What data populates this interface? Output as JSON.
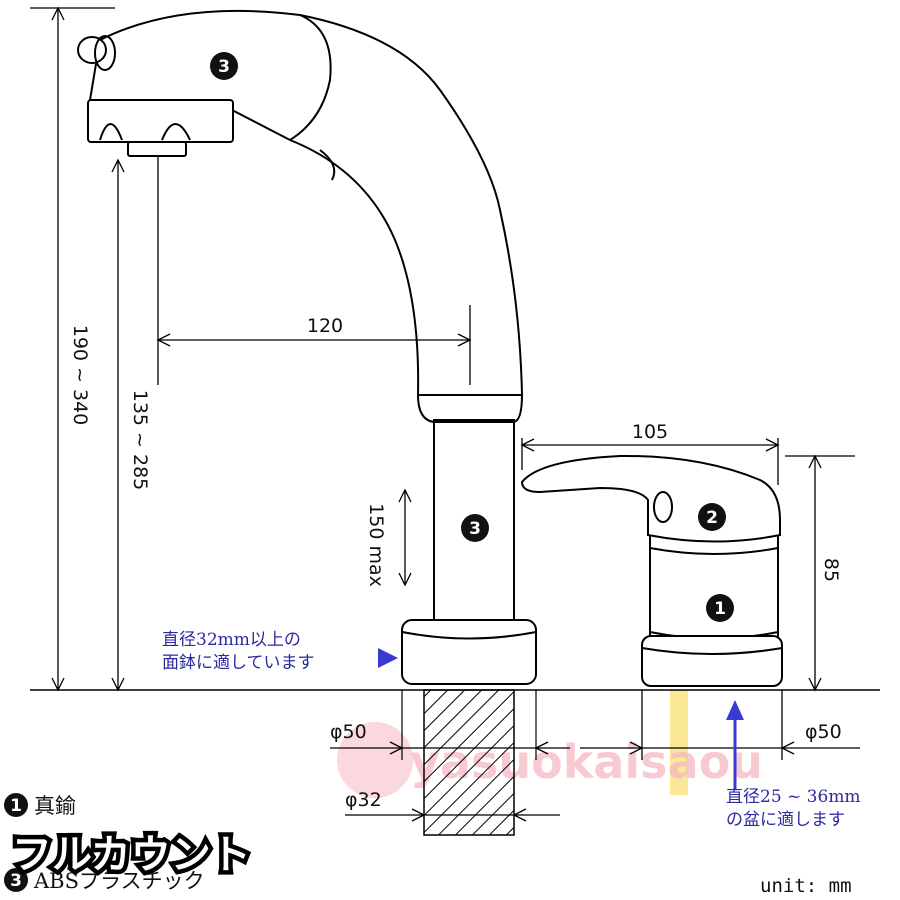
{
  "dimensions": {
    "spout_height": "190 ~ 340",
    "outlet_height": "135 ~ 285",
    "spout_reach": "120",
    "extension": "150 max",
    "handle_width": "105",
    "handle_height": "85",
    "phi50_left": "φ50",
    "phi50_right": "φ50",
    "phi32": "φ32"
  },
  "notes": {
    "sink_line1": "直径32mm以上の",
    "sink_line2": "面鉢に適しています",
    "basin_line1": "直径25 ~ 36mm",
    "basin_line2": "の盆に適します"
  },
  "badges": {
    "spout_head": "3",
    "spout_pipe": "3",
    "handle": "2",
    "body": "1"
  },
  "legend": [
    {
      "num": "1",
      "text": "真鍮"
    },
    {
      "num": "3",
      "text": "ABSプラスチック"
    }
  ],
  "stamp_text": "フルカウント",
  "unit": "unit: mm",
  "watermark": "yasuokaisaou",
  "colors": {
    "line": "#000000",
    "note_text": "#2a2aa0",
    "arrow": "#3a3ad0",
    "watermark": "#f7b7c3",
    "yellow_bar": "#f7e27a"
  }
}
